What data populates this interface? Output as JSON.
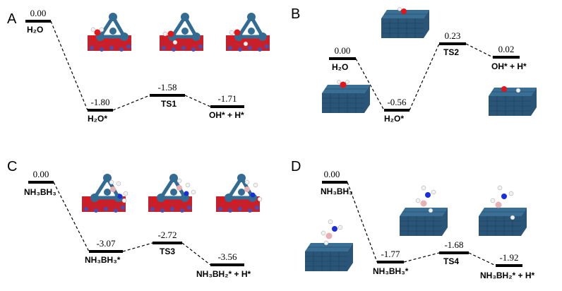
{
  "panels": [
    {
      "letter": "A",
      "levels": [
        {
          "energy": "0.00",
          "label": "H₂O"
        },
        {
          "energy": "-1.80",
          "label": "H₂O*"
        },
        {
          "energy": "-1.58",
          "label": "TS1"
        },
        {
          "energy": "-1.71",
          "label": "OH* + H*"
        }
      ]
    },
    {
      "letter": "B",
      "levels": [
        {
          "energy": "0.00",
          "label": "H₂O"
        },
        {
          "energy": "-0.56",
          "label": "H₂O*"
        },
        {
          "energy": "0.23",
          "label": "TS2"
        },
        {
          "energy": "0.02",
          "label": "OH* + H*"
        }
      ]
    },
    {
      "letter": "C",
      "levels": [
        {
          "energy": "0.00",
          "label": "NH₃BH₃"
        },
        {
          "energy": "-3.07",
          "label": "NH₃BH₃*"
        },
        {
          "energy": "-2.72",
          "label": "TS3"
        },
        {
          "energy": "-3.56",
          "label": "NH₃BH₂* + H*"
        }
      ]
    },
    {
      "letter": "D",
      "levels": [
        {
          "energy": "0.00",
          "label": "NH₃BH₃"
        },
        {
          "energy": "-1.77",
          "label": "NH₃BH₃*"
        },
        {
          "energy": "-1.68",
          "label": "TS4"
        },
        {
          "energy": "-1.92",
          "label": "NH₃BH₂* + H*"
        }
      ]
    }
  ]
}
